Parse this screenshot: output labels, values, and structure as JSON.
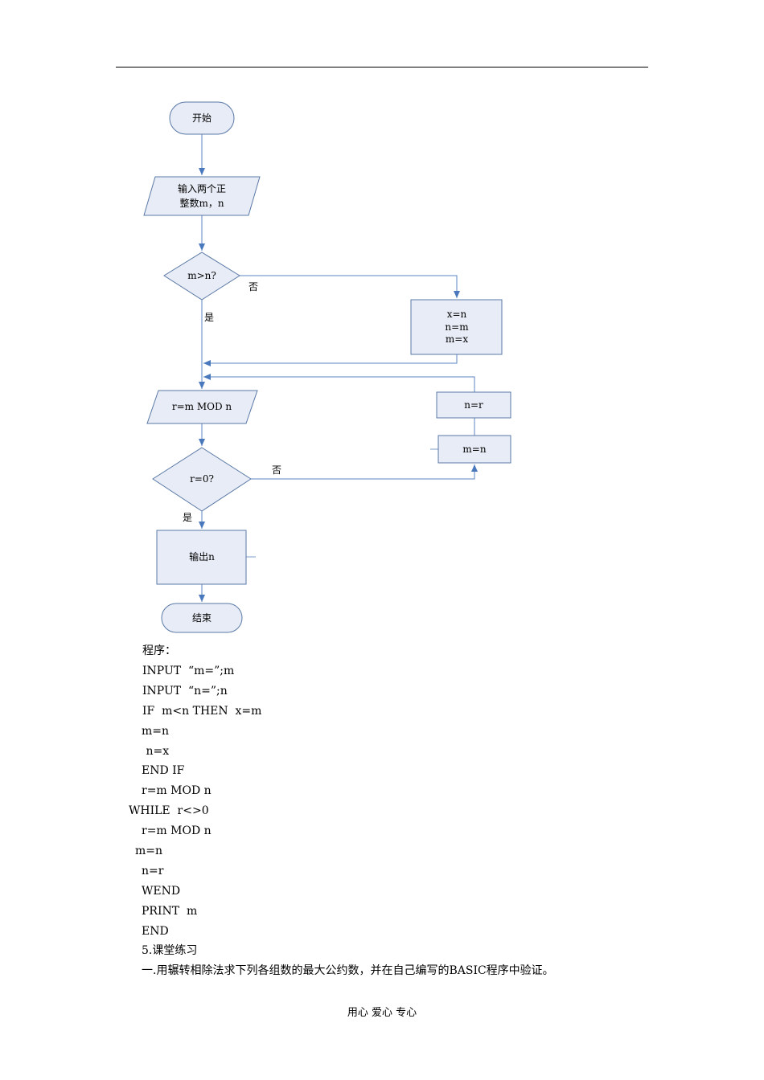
{
  "flowchart": {
    "start": "开始",
    "input": [
      "输入两个正",
      "整数m，n"
    ],
    "cond1": "m>n?",
    "cond1_no": "否",
    "cond1_yes": "是",
    "swap": [
      "x=n",
      "n=m",
      "m=x"
    ],
    "compute": "r=m MOD n",
    "cond2": "r=0?",
    "cond2_no": "否",
    "cond2_yes": "是",
    "assign_n": "n=r",
    "assign_m": "m=n",
    "output": "输出n",
    "end": "结束"
  },
  "program": {
    "heading": "程序：",
    "lines": [
      "INPUT  “m=”;m",
      "INPUT  “n=”;n",
      "IF  m<n THEN  x=m",
      "m=n",
      " n=x",
      "END IF",
      "r=m MOD n",
      "WHILE  r<>0",
      "r=m MOD n",
      "m=n",
      "n=r",
      "WEND",
      "PRINT  m",
      "END"
    ]
  },
  "section": "5.课堂练习",
  "exercise": "一.用辗转相除法求下列各组数的最大公约数，并在自己编写的BASIC程序中验证。",
  "footer": "用心  爱心  专心"
}
